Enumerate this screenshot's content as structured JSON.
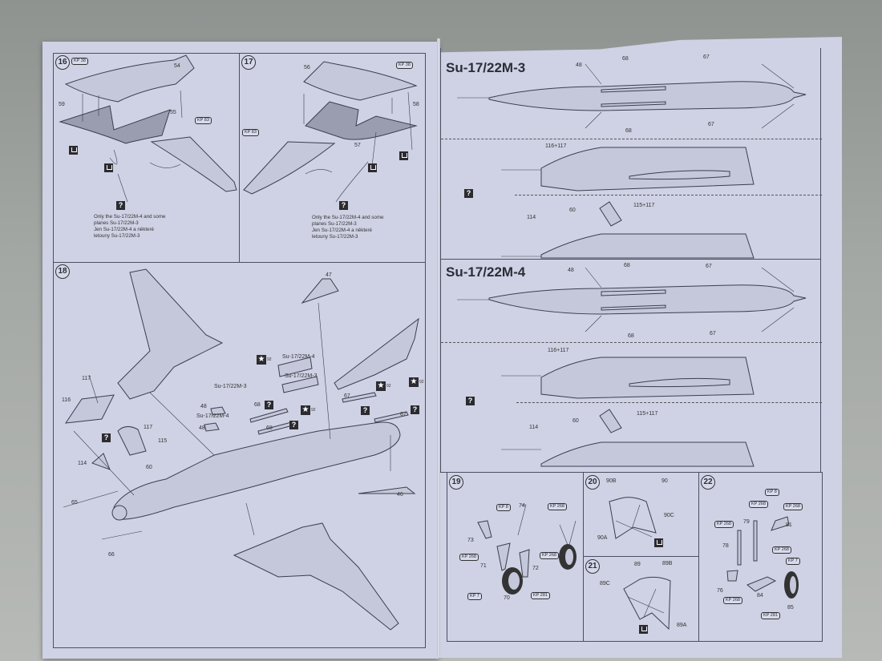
{
  "document": {
    "type": "model kit assembly instructions",
    "left_page": {
      "steps": [
        {
          "number": "16",
          "part_labels": [
            "54",
            "55",
            "59"
          ],
          "kp_labels": [
            "KP 38",
            "KP 83"
          ],
          "note_lines": [
            "Only the Su-17/22M-4 and some",
            "planes Su-17/22M-3",
            "Jen Su-17/22M-4 a některé",
            "letouny Su-17/22M-3"
          ]
        },
        {
          "number": "17",
          "part_labels": [
            "56",
            "57",
            "58"
          ],
          "kp_labels": [
            "KP 38",
            "KP 83"
          ],
          "note_lines": [
            "Only the Su-17/22M-4 and some",
            "planes Su-17/22M-3",
            "Jen Su-17/22M-4 a některé",
            "letouny Su-17/22M-3"
          ]
        },
        {
          "number": "18",
          "part_labels": [
            "47",
            "117",
            "116",
            "117",
            "115",
            "114",
            "60",
            "65",
            "66",
            "48",
            "48",
            "68",
            "68",
            "67",
            "67",
            "46"
          ],
          "variant_labels": [
            "Su-17/22M-4",
            "Su-17/22M-3",
            "Su-17/22M-3",
            "Su-17/22M-4"
          ],
          "decal_labels": [
            "92",
            "92",
            "92",
            "92"
          ]
        }
      ]
    },
    "right_page": {
      "variants": [
        {
          "title": "Su-17/22M-3",
          "top_view_labels": [
            "48",
            "68",
            "67",
            "68",
            "67"
          ],
          "side_view_a_labels": [
            "116+117"
          ],
          "side_view_b_labels": [
            "114",
            "60",
            "115+117"
          ]
        },
        {
          "title": "Su-17/22M-4",
          "top_view_labels": [
            "48",
            "68",
            "67",
            "68",
            "67"
          ],
          "side_view_a_labels": [
            "116+117"
          ],
          "side_view_b_labels": [
            "114",
            "60",
            "115+117"
          ]
        }
      ],
      "steps": [
        {
          "number": "19",
          "part_labels": [
            "74",
            "73",
            "71",
            "72",
            "70"
          ],
          "kp_labels": [
            "KP 8",
            "KP 268",
            "KP 268",
            "KP 268",
            "KP 7",
            "KP 281"
          ]
        },
        {
          "number": "20",
          "part_labels": [
            "90B",
            "90",
            "90C",
            "90A"
          ]
        },
        {
          "number": "21",
          "part_labels": [
            "89",
            "89B",
            "89C",
            "89A"
          ]
        },
        {
          "number": "22",
          "part_labels": [
            "79",
            "81",
            "78",
            "76",
            "84",
            "85"
          ],
          "kp_labels": [
            "KP 8",
            "KP 268",
            "KP 268",
            "KP 268",
            "KP 268",
            "KP 7",
            "KP 268",
            "KP 281"
          ]
        }
      ]
    },
    "icons": {
      "question": "?",
      "star": "★"
    }
  }
}
